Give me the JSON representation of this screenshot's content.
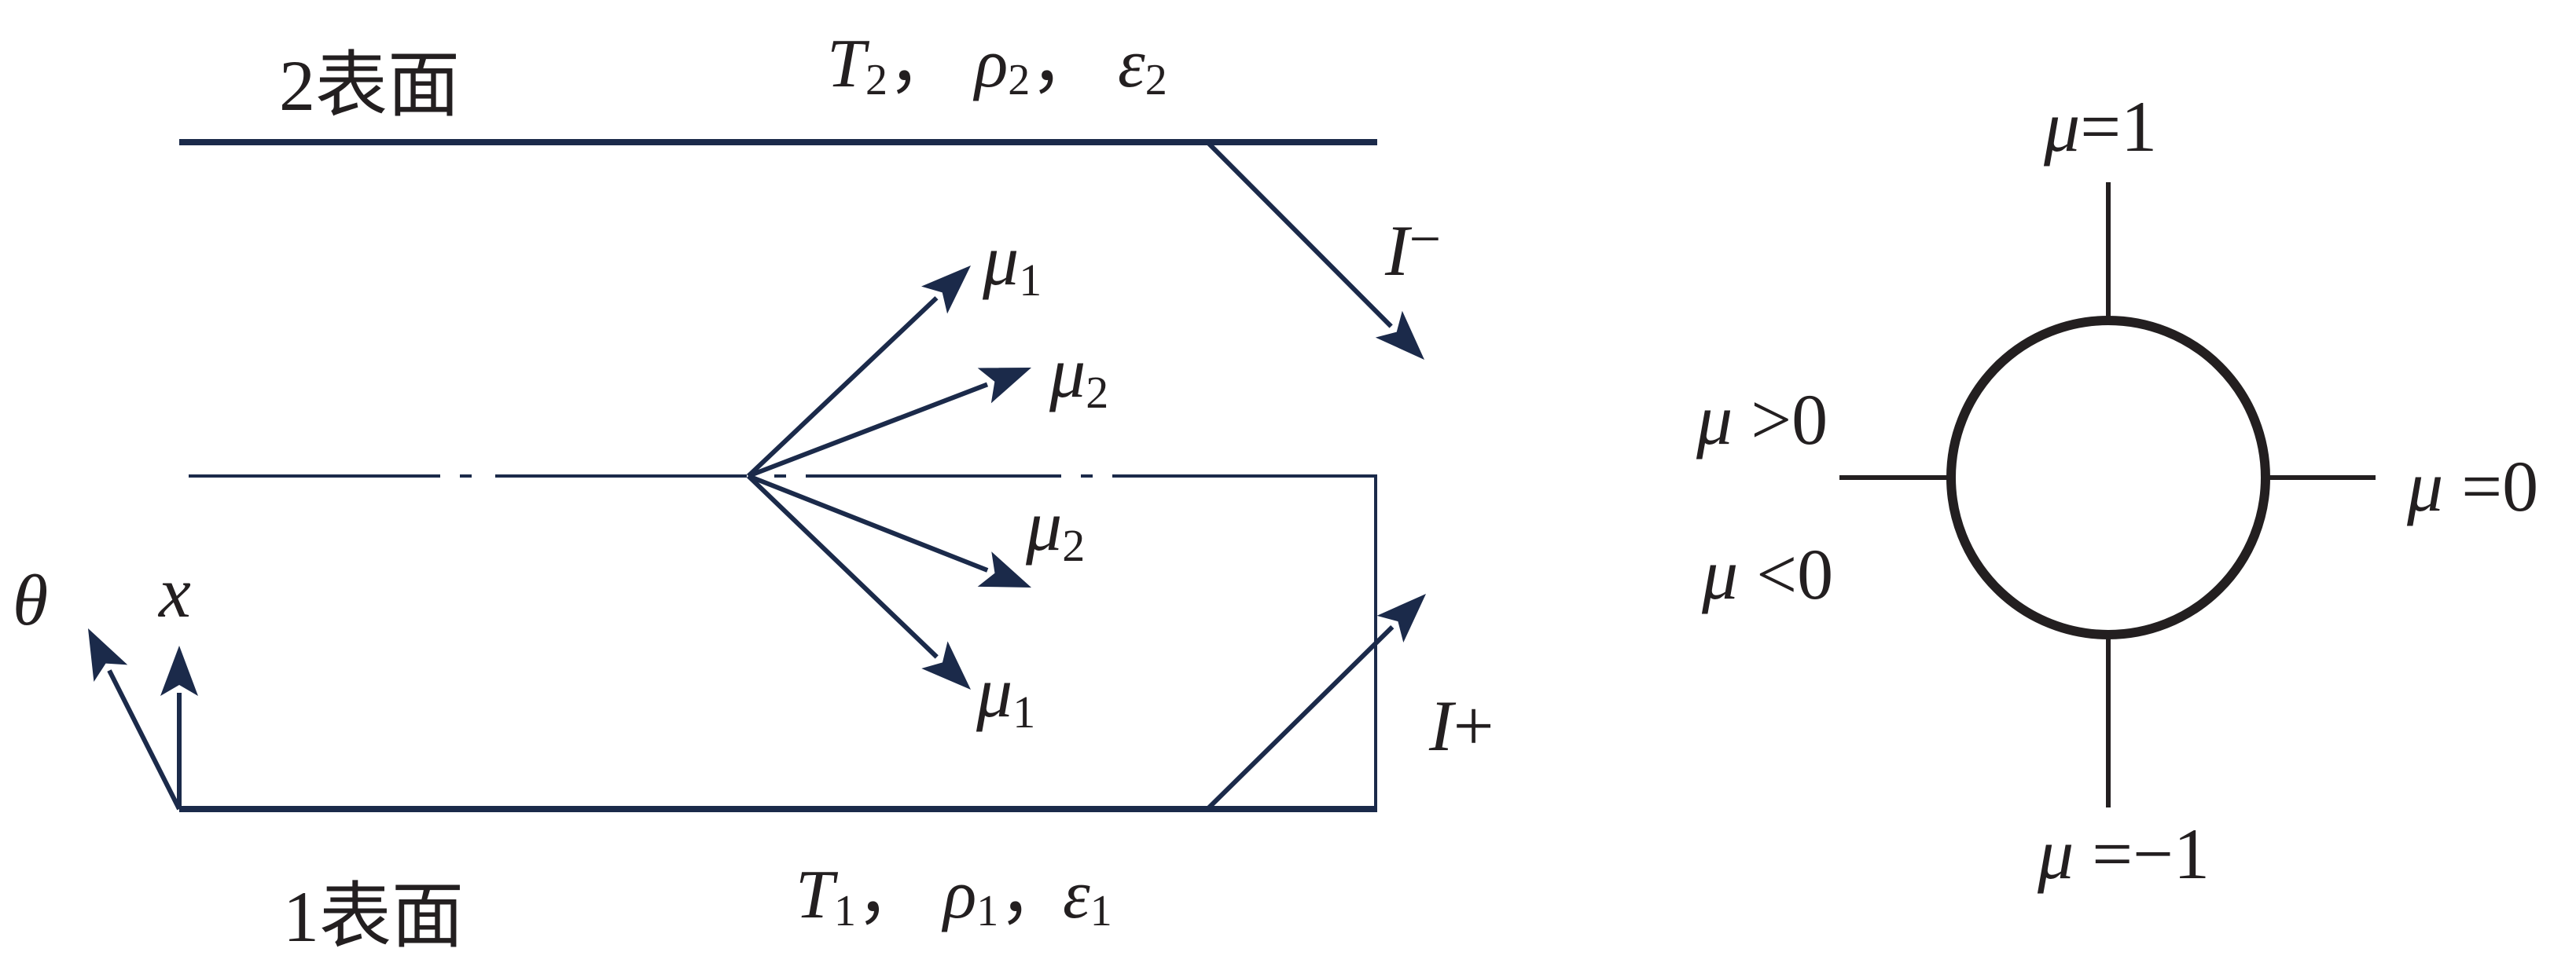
{
  "diagram": {
    "surface_top": {
      "label": "2表面",
      "properties": {
        "T": "T",
        "T_sub": "2",
        "rho": "ρ",
        "rho_sub": "2",
        "eps": "ε",
        "eps_sub": "2",
        "sep": "，"
      }
    },
    "surface_bottom": {
      "label": "1表面",
      "properties": {
        "T": "T",
        "T_sub": "1",
        "rho": "ρ",
        "rho_sub": "1",
        "eps": "ε",
        "eps_sub": "1",
        "sep": "，"
      }
    },
    "intensity_down": {
      "symbol": "I",
      "sign": "−"
    },
    "intensity_up": {
      "symbol": "I",
      "sign": "+"
    },
    "directions": [
      {
        "symbol": "μ",
        "sub": "1"
      },
      {
        "symbol": "μ",
        "sub": "2"
      },
      {
        "symbol": "μ",
        "sub": "2"
      },
      {
        "symbol": "μ",
        "sub": "1"
      }
    ],
    "axes": {
      "theta": "θ",
      "x": "x"
    },
    "colors": {
      "line": "#1b2a4a",
      "arrow": "#1b2a4a",
      "text": "#231f20",
      "circle": "#231f20"
    }
  },
  "legend": {
    "top": {
      "mu": "μ",
      "rest": "=1"
    },
    "right": {
      "mu": "μ",
      "rest": " =0"
    },
    "bottom": {
      "mu": "μ",
      "rest": " =−1"
    },
    "left_upper": {
      "mu": "μ",
      "rest": " >0"
    },
    "left_lower": {
      "mu": "μ",
      "rest": " <0"
    }
  }
}
